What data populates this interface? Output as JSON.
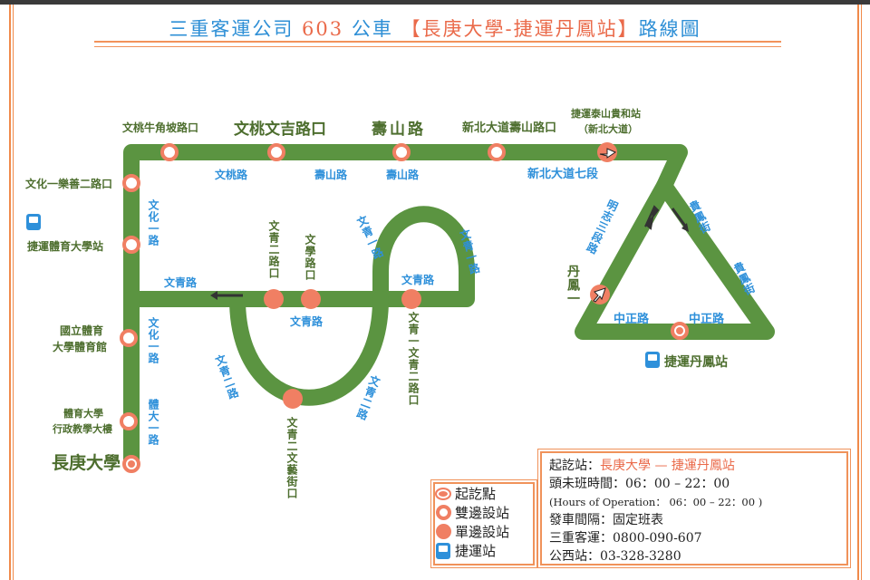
{
  "title": {
    "company": "三重客運公司",
    "number": "603",
    "bus": "公車",
    "route": "【長庚大學-捷運丹鳳站】",
    "suffix": "路線圖"
  },
  "stops": {
    "s1": "文桃牛角坡路口",
    "s2": "文桃文吉路口",
    "s3": "壽山路",
    "s4": "新北大道壽山路口",
    "s5a": "捷運泰山貴和站",
    "s5b": "（新北大道）",
    "s6": "文化一樂善二路口",
    "s7": "捷運體育大學站",
    "s8": "國立體育",
    "s8b": "大學體育館",
    "s9": "體育大學",
    "s9b": "行政教學大樓",
    "s10": "長庚大學",
    "s11": "文青二路口",
    "s12": "文學路口",
    "s13": "文青一文青二路口",
    "s14": "文青二文藝街口",
    "s15": "丹鳳一",
    "s16": "捷運丹鳳站"
  },
  "roads": {
    "r1": "文桃路",
    "r2": "壽山路",
    "r3": "壽山路",
    "r4": "新北大道七段",
    "r5": "文化一路",
    "r6": "文青路",
    "r7": "文青路",
    "r8": "文青路",
    "r9": "文化一路",
    "r10": "體大一路",
    "r11": "文青一路",
    "r12": "文青一路",
    "r13": "文青二路",
    "r14": "文青二路",
    "r15": "明志三段路",
    "r16": "貴鳳街",
    "r17": "貴鳳街",
    "r18": "中正路",
    "r19": "中正路"
  },
  "legend": {
    "terminal": "起訖點",
    "both": "雙邊設站",
    "single": "單邊設站",
    "metro": "捷運站"
  },
  "info": {
    "l1k": "起訖站：",
    "l1v": "長庚大學 — 捷運丹鳳站",
    "l2": "頭未班時間：06：00 – 22：00",
    "l3": "(Hours of Operation： 06：00 – 22：00 )",
    "l4": "發車間隔：固定班表",
    "l5": "三重客運：0800-090-607",
    "l6": "公西站：03-328-3280"
  },
  "colors": {
    "route": "#5b9441",
    "stop": "#f07f63",
    "text_blue": "#2e90da",
    "border": "#f0925a"
  }
}
